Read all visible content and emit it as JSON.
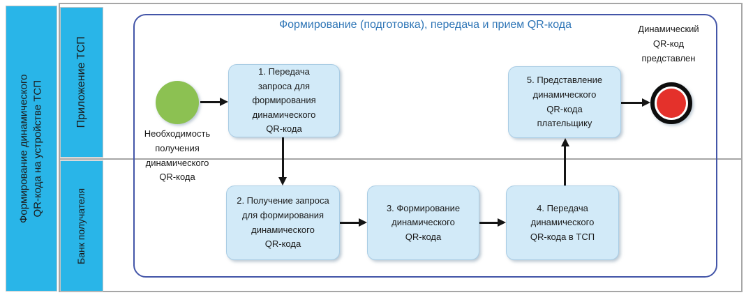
{
  "pool": {
    "title": "Формирование динамического\nQR-кода на устройстве ТСП"
  },
  "lanes": [
    {
      "label": "Приложение ТСП"
    },
    {
      "label": "Банк получателя"
    }
  ],
  "group": {
    "title": "Формирование (подготовка), передача и прием QR-кода"
  },
  "events": {
    "start": {
      "label": "Необходимость\nполучения\nдинамического\nQR-кода",
      "color": "#8CC152"
    },
    "end": {
      "label": "Динамический\nQR-код\nпредставлен",
      "color": "#E4312B"
    }
  },
  "tasks": [
    {
      "id": 1,
      "lane": "Приложение ТСП",
      "label": "1. Передача\nзапроса для\nформирования\nдинамического\nQR-кода"
    },
    {
      "id": 2,
      "lane": "Банк получателя",
      "label": "2. Получение запроса\nдля формирования\nдинамического\nQR-кода"
    },
    {
      "id": 3,
      "lane": "Банк получателя",
      "label": "3. Формирование\nдинамического\nQR-кода"
    },
    {
      "id": 4,
      "lane": "Банк получателя",
      "label": "4. Передача\nдинамического\nQR-кода в ТСП"
    },
    {
      "id": 5,
      "lane": "Приложение ТСП",
      "label": "5. Представление\nдинамического\nQR-кода\nплательщику"
    }
  ],
  "flow": [
    "start → task1",
    "task1 → task2",
    "task2 → task3",
    "task3 → task4",
    "task4 → task5",
    "task5 → end"
  ],
  "colors": {
    "lane_fill": "#29B5E8",
    "task_fill": "#D2EAF8",
    "task_border": "#A9CCE4",
    "group_border": "#4355A8",
    "group_title_text": "#2E75B6",
    "pool_border": "#A6A6A6",
    "start_event": "#8CC152",
    "end_event": "#E4312B",
    "arrow": "#151515"
  }
}
